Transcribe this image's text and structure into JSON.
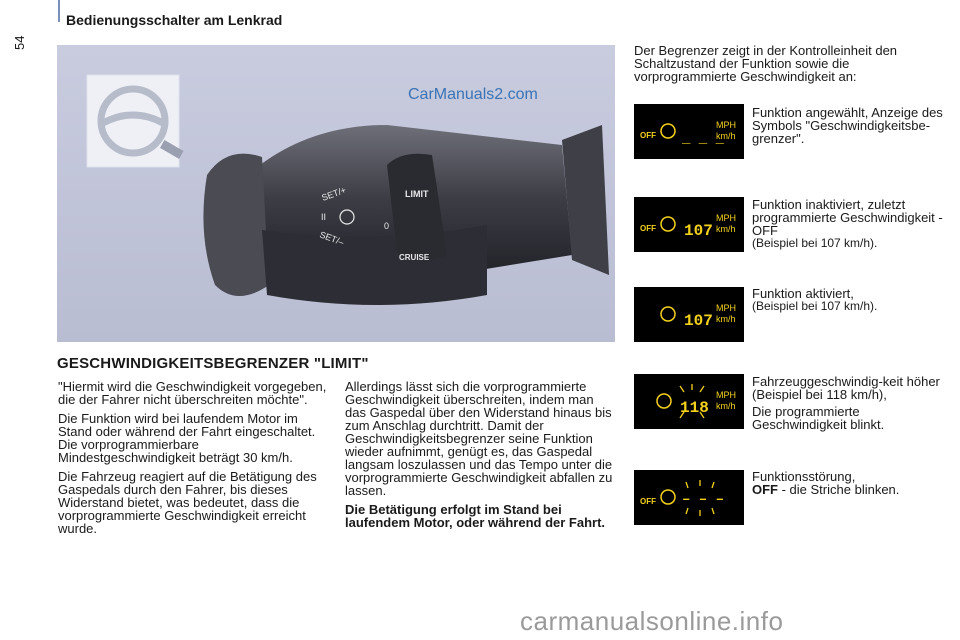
{
  "header": {
    "title": "Bedienungsschalter am Lenkrad",
    "page_number": "54"
  },
  "photo": {
    "watermark": "CarManuals2.com",
    "stalk_labels": {
      "set_plus": "SET/+",
      "set_minus": "SET/–",
      "limit": "LIMIT",
      "zero": "0",
      "cruise": "CRUISE",
      "pause": "II"
    }
  },
  "section": {
    "title": "GESCHWINDIGKEITSBEGRENZER \"LIMIT\"",
    "left_paragraphs": [
      "\"Hiermit wird die Geschwindigkeit vorgegeben, die der Fahrer nicht überschreiten möchte\".",
      "Die Funktion wird bei laufendem Motor im Stand oder während der Fahrt eingeschaltet. Die vorprogrammierbare Mindestgeschwindigkeit beträgt 30 km/h.",
      "Die Fahrzeug reagiert auf die Betätigung des Gaspedals durch den Fahrer, bis dieses Widerstand bietet, was bedeutet, dass die vorprogrammierte Geschwindigkeit erreicht wurde."
    ],
    "middle_paragraph": "Allerdings lässt sich die vorprogrammierte Geschwindigkeit überschreiten, indem man das Gaspedal über den Widerstand hinaus bis zum Anschlag durchtritt. Damit der Geschwindigkeitsbegrenzer seine Funktion wieder aufnimmt, genügt es, das Gaspedal langsam loszulassen und das Tempo unter die vorprogrammierte Geschwindigkeit abfallen zu lassen.",
    "middle_bold": "Die Betätigung erfolgt im Stand bei laufendem Motor, oder während der Fahrt."
  },
  "right": {
    "intro": "Der Begrenzer zeigt in der Kontrolleinheit den Schaltzustand der Funktion sowie die vorprogrammierte Geschwindigkeit an:",
    "displays": [
      {
        "off": "OFF",
        "digits": "_ _ _",
        "unit_top": "MPH",
        "unit_bottom": "km/h"
      },
      {
        "off": "OFF",
        "digits": "107",
        "unit_top": "MPH",
        "unit_bottom": "km/h"
      },
      {
        "off": "",
        "digits": "107",
        "unit_top": "MPH",
        "unit_bottom": "km/h"
      },
      {
        "off": "",
        "digits": "118",
        "unit_top": "MPH",
        "unit_bottom": "km/h"
      },
      {
        "off": "OFF",
        "digits": "– – –",
        "unit_top": "",
        "unit_bottom": ""
      }
    ],
    "items": [
      {
        "text": "Funktion angewählt, Anzeige des Symbols \"Geschwindigkeitsbe-grenzer\"."
      },
      {
        "text": "Funktion inaktiviert, zuletzt programmierte Geschwindigkeit - OFF",
        "small": "(Beispiel bei 107 km/h)."
      },
      {
        "text": "Funktion aktiviert,",
        "small": "(Beispiel bei 107 km/h)."
      },
      {
        "text": "Fahrzeuggeschwindig-keit höher",
        "small": "(Beispiel bei 118 km/h),",
        "extra": "Die programmierte Geschwindigkeit blinkt."
      },
      {
        "text_bold": "OFF",
        "text_pre": "Funktionsstörung,",
        "text_post": " - die Striche blinken."
      }
    ]
  },
  "footer": {
    "watermark": "carmanualsonline.info"
  },
  "colors": {
    "accent_line": "#7b8fb8",
    "lcd_bg": "#000000",
    "lcd_yellow": "#f4d21c",
    "watermark_blue": "#3b73b5"
  }
}
